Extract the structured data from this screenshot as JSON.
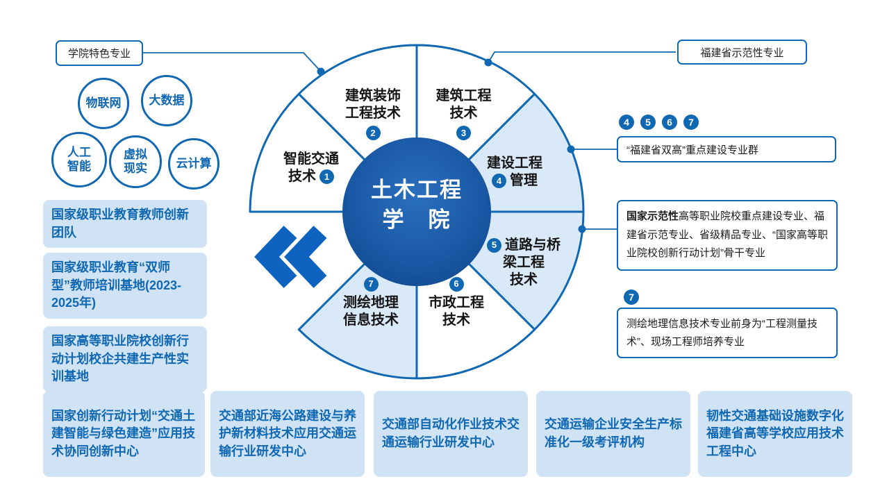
{
  "colors": {
    "accent": "#1067b2",
    "light_fill": "#cfe3f5",
    "wedge_fill": "#d9e9f8",
    "center_fill": "#17539f",
    "chevron": "#0e63c0"
  },
  "callouts": {
    "left": "学院特色专业",
    "right": "福建省示范性专业"
  },
  "features": [
    [
      "物联网"
    ],
    [
      "大数据"
    ],
    [
      "人工",
      "智能"
    ],
    [
      "虚拟",
      "现实"
    ],
    [
      "云计算"
    ]
  ],
  "wheel": {
    "center_lines": [
      "土木工程",
      "学　院"
    ],
    "sectors": [
      {
        "num": "1",
        "lines": [
          "智能交通",
          "技术"
        ]
      },
      {
        "num": "2",
        "lines": [
          "建筑装饰",
          "工程技术"
        ]
      },
      {
        "num": "3",
        "lines": [
          "建筑工程",
          "技术"
        ]
      },
      {
        "num": "4",
        "lines": [
          "建设工程",
          "管理"
        ]
      },
      {
        "num": "5",
        "lines": [
          "道路与桥",
          "梁工程",
          "技术"
        ]
      },
      {
        "num": "6",
        "lines": [
          "市政工程",
          "技术"
        ]
      },
      {
        "num": "7",
        "lines": [
          "测绘地理",
          "信息技术"
        ]
      }
    ]
  },
  "right_panel": {
    "badge_row": [
      "4",
      "5",
      "6",
      "7"
    ],
    "double_high_box": "“福建省双高”重点建设专业群",
    "demo_box_bold": "国家示范性",
    "demo_box_rest": "高等职业院校重点建设专业、福建省示范专业、省级精品专业、“国家高等职业院校创新行动计划”骨干专业",
    "surveying_badge": "7",
    "surveying_box": "测绘地理信息技术专业前身为“工程测量技术”、现场工程师培养专业"
  },
  "left_boxes": [
    "国家级职业教育教师创新团队",
    "国家级职业教育“双师型”教师培训基地(2023-2025年)",
    "国家高等职业院校创新行动计划校企共建生产性实训基地"
  ],
  "bottom_boxes": [
    "国家创新行动计划“交通土建智能与绿色建造”应用技术协同创新中心",
    "交通部近海公路建设与养护新材料技术应用交通运输行业研发中心",
    "交通部自动化作业技术交通运输行业研发中心",
    "交通运输企业安全生产标准化一级考评机构",
    "韧性交通基础设施数字化福建省高等学校应用技术工程中心"
  ]
}
